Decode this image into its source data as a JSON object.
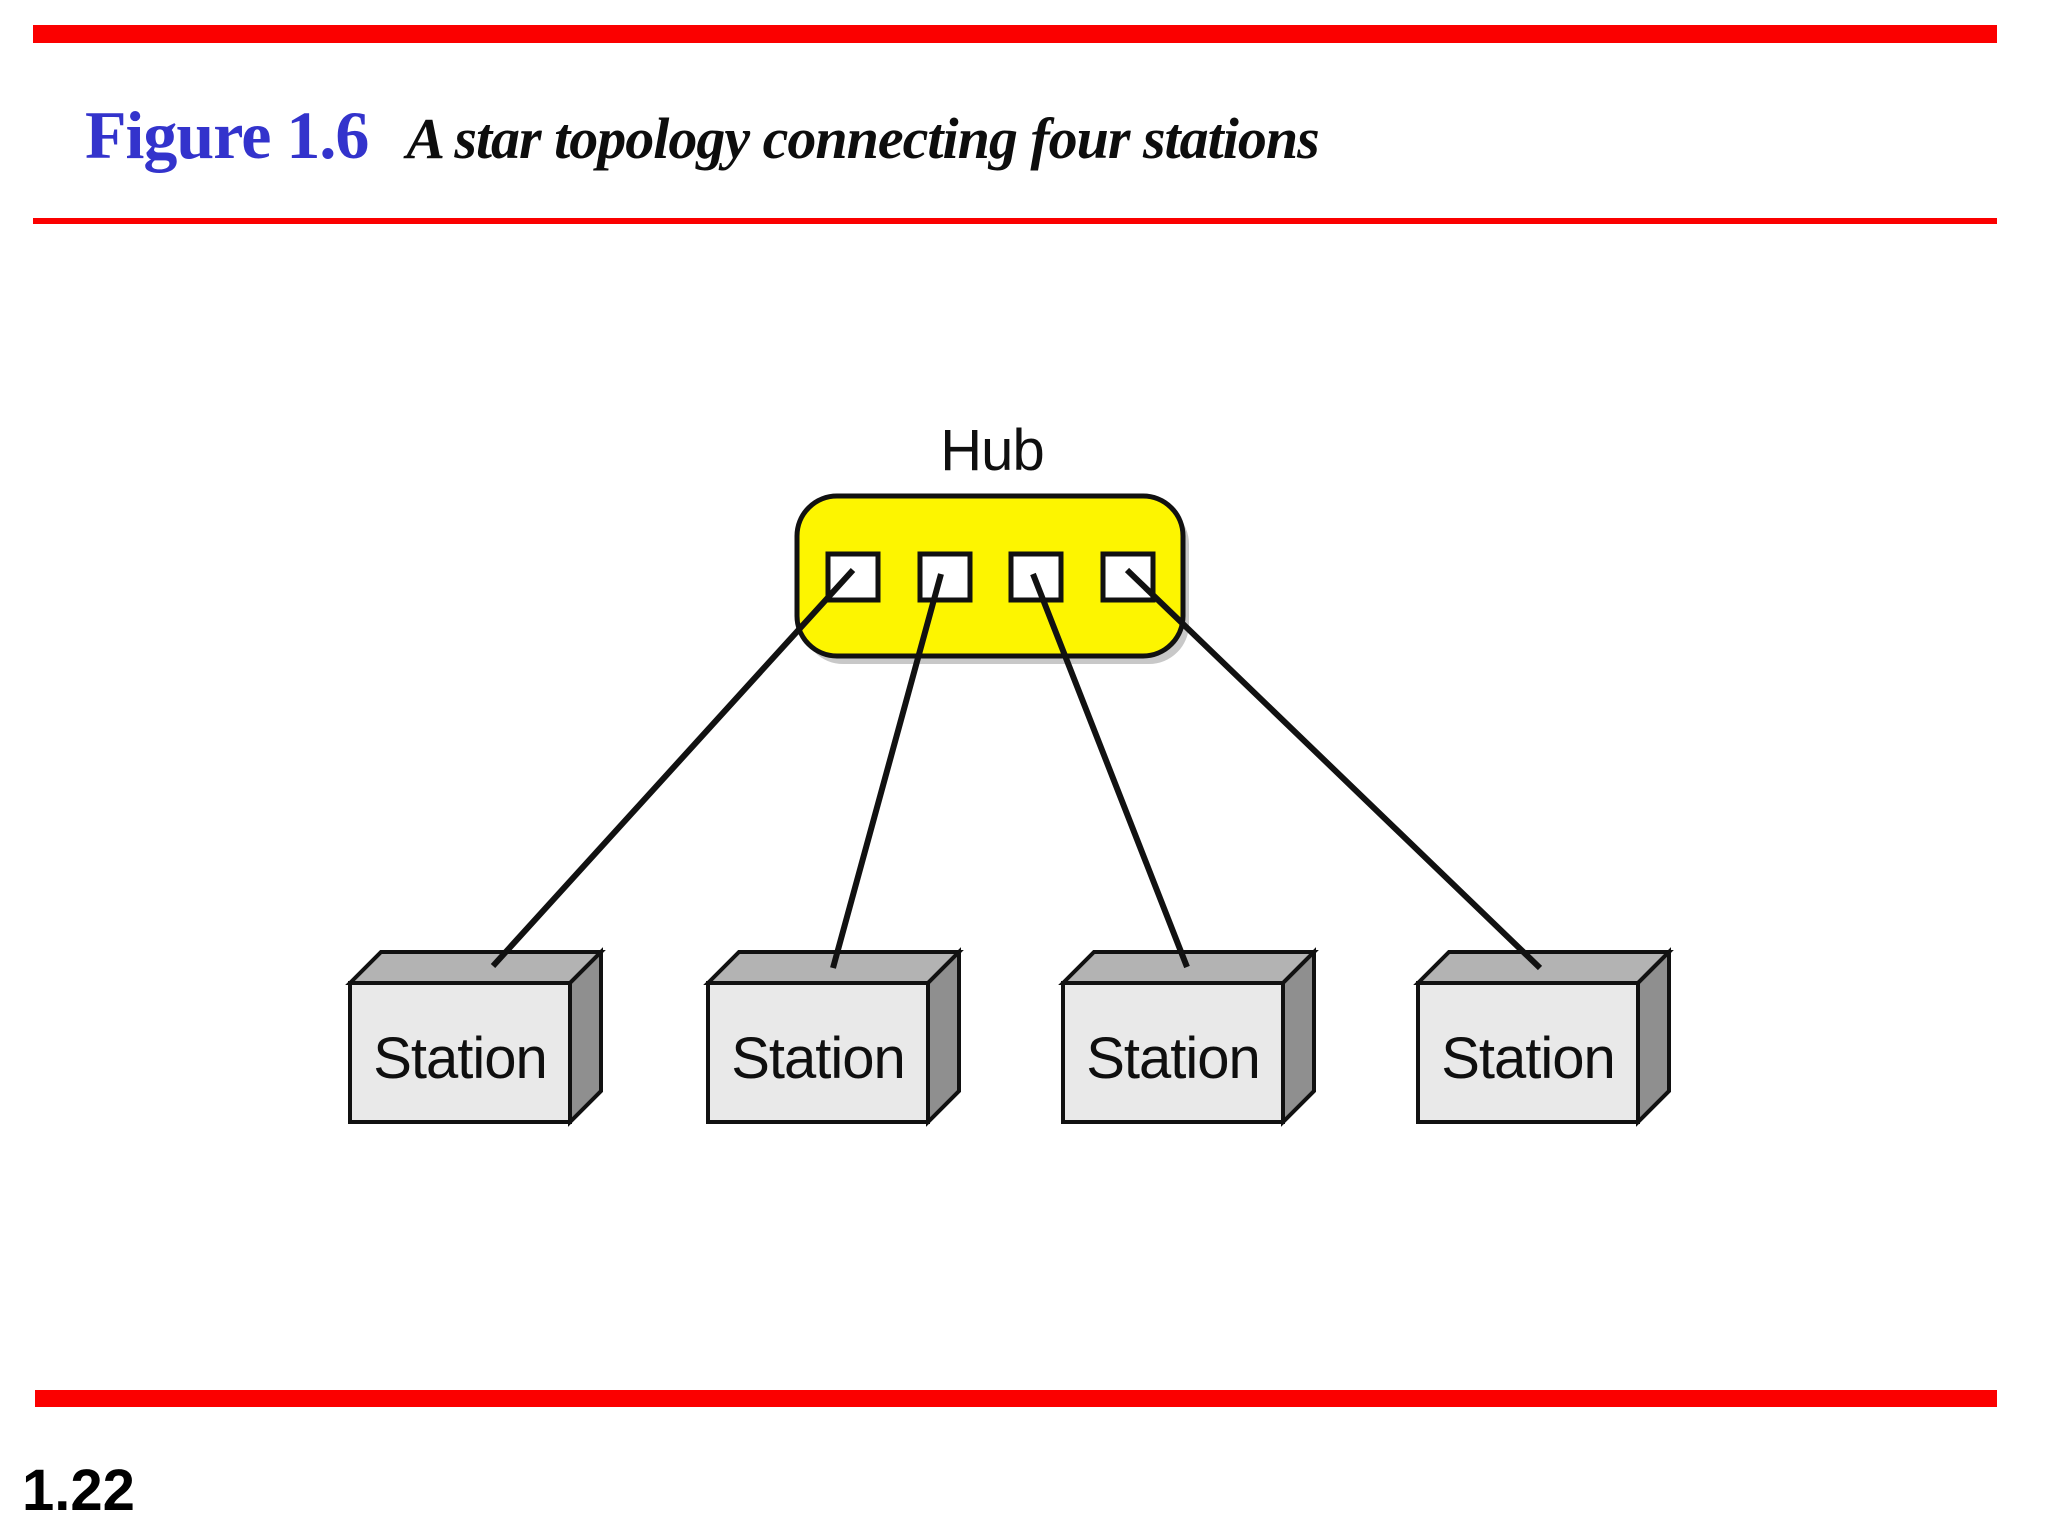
{
  "slide": {
    "figure_number": "Figure 1.6",
    "figure_caption": "A star topology connecting four stations",
    "page_number": "1.22"
  },
  "diagram": {
    "hub": {
      "label": "Hub",
      "port_count": 4
    },
    "stations": [
      {
        "label": "Station"
      },
      {
        "label": "Station"
      },
      {
        "label": "Station"
      },
      {
        "label": "Station"
      }
    ],
    "connection_count": 4
  },
  "colors": {
    "accent_red": "#FB0000",
    "figure_number_blue": "#3333CC",
    "hub_fill_yellow": "#FDF500",
    "port_fill_white": "#FFFFFF",
    "outline_black": "#111111",
    "station_front_gray": "#E9E9E9",
    "station_top_gray": "#B3B3B3",
    "station_side_gray": "#8F8F8F"
  }
}
